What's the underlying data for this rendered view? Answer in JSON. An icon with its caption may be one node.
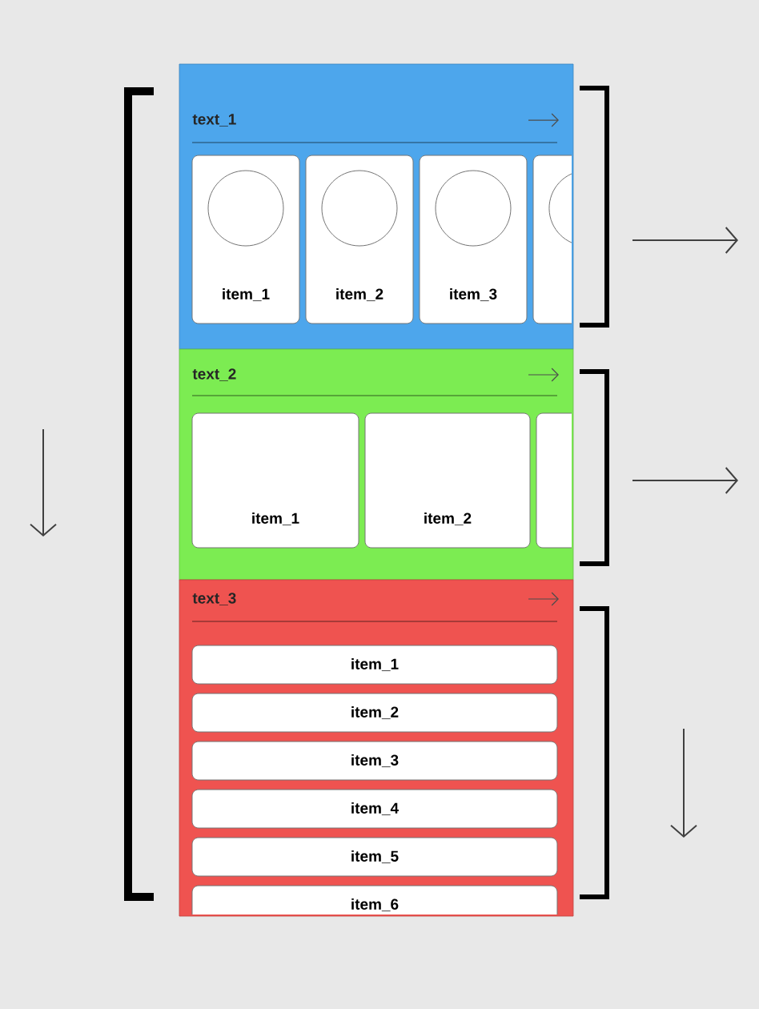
{
  "diagram": {
    "nodes": [
      {
        "text": [
          "text_1"
        ]
      },
      {
        "text": [
          "item_1"
        ],
        "in": 0
      },
      {
        "text": [
          "item_2"
        ],
        "in": 0
      },
      {
        "text": [
          "item_3"
        ],
        "in": 0
      },
      {
        "text": [],
        "shape": "box",
        "in": 0
      },
      {
        "text": [
          "text_2"
        ]
      },
      {
        "text": [
          "item_1"
        ],
        "in": 5
      },
      {
        "text": [
          "item_2"
        ],
        "in": 5
      },
      {
        "text": [],
        "shape": "box",
        "in": 5
      },
      {
        "text": [
          "text_3"
        ]
      },
      {
        "text": [
          "item_1"
        ],
        "in": 9
      },
      {
        "text": [
          "item_2"
        ],
        "in": 9
      },
      {
        "text": [
          "item_3"
        ],
        "in": 9
      },
      {
        "text": [
          "item_4"
        ],
        "in": 9
      },
      {
        "text": [
          "item_5"
        ],
        "in": 9
      },
      {
        "text": [
          "item_6"
        ],
        "in": 9
      }
    ]
  }
}
